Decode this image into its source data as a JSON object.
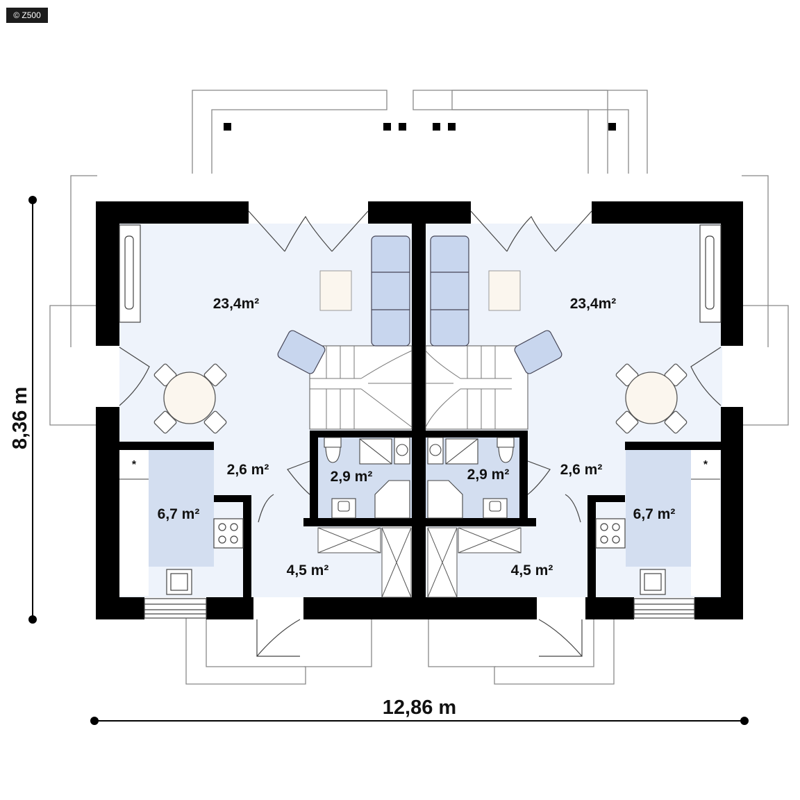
{
  "watermark": "© Z500",
  "dimensions": {
    "width": "12,86 m",
    "depth": "8,36 m"
  },
  "rooms": {
    "left": {
      "living": "23,4m²",
      "hall": "2,6 m²",
      "bathroom": "2,9 m²",
      "kitchen": "6,7 m²",
      "entrance": "4,5 m²"
    },
    "right": {
      "living": "23,4m²",
      "hall": "2,6 m²",
      "bathroom": "2,9 m²",
      "kitchen": "6,7 m²",
      "entrance": "4,5 m²"
    }
  },
  "marks": {
    "kitchen_star": "*"
  },
  "colors": {
    "wall": "#000000",
    "living_floor": "#eef3fb",
    "wet_room": "#d3def0",
    "outline": "#9a9a9a"
  }
}
